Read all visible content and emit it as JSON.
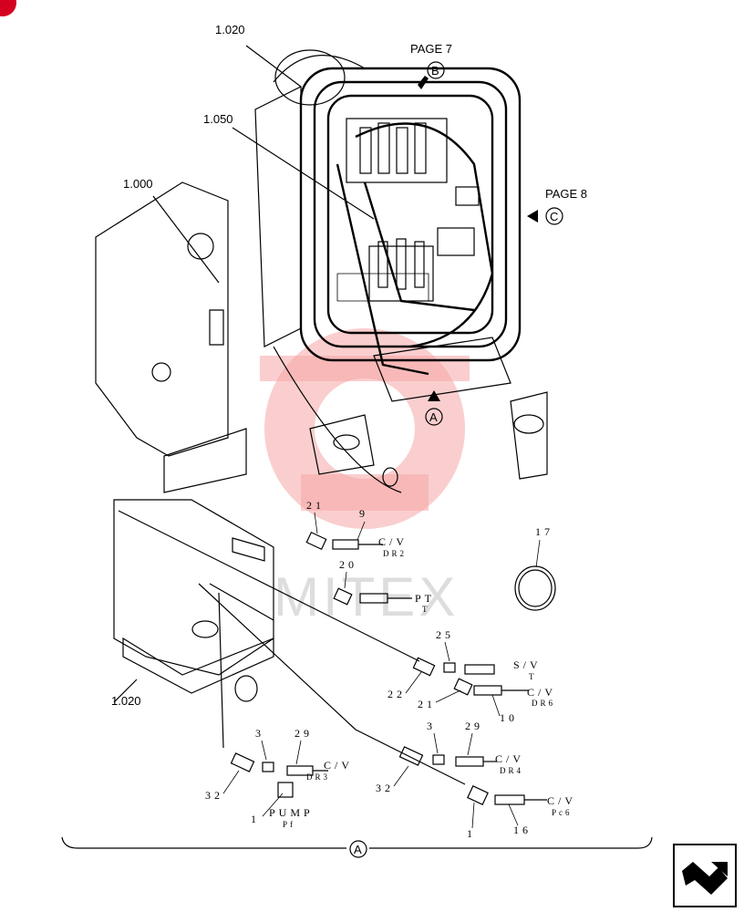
{
  "labels": {
    "ref_1020_top": "1.020",
    "ref_1050": "1.050",
    "ref_1000": "1.000",
    "ref_1020_bottom": "1.020",
    "page7": "PAGE 7",
    "page8": "PAGE 8",
    "callout_b": "B",
    "callout_c": "C",
    "callout_a_top": "A",
    "callout_a_bottom": "A"
  },
  "parts": {
    "p21a": "21",
    "p9": "9",
    "cv_dr2": "C/V",
    "dr2": "DR2",
    "p20": "20",
    "pt": "PT",
    "pt_sub": "T",
    "p17": "17",
    "p25": "25",
    "sv": "S/V",
    "sv_sub": "T",
    "p22": "22",
    "p21b": "21",
    "cv_dr6": "C/V",
    "dr6": "DR6",
    "p10": "10",
    "p3a": "3",
    "p29a": "29",
    "cv_dr3": "C/V",
    "dr3": "DR3",
    "p32a": "32",
    "p1a": "1",
    "pump": "PUMP",
    "pump_sub": "Pf",
    "p3b": "3",
    "p29b": "29",
    "cv_dr4": "C/V",
    "dr4": "DR4",
    "p32b": "32",
    "cv_pc6": "C/V",
    "pc6": "Pc6",
    "p1b": "1",
    "p16": "16"
  },
  "watermark": "MITEX",
  "colors": {
    "watermark": "#f6a6a6",
    "badge": "#d4001f"
  },
  "icons": {
    "nav": "next-page-arrow-icon"
  }
}
